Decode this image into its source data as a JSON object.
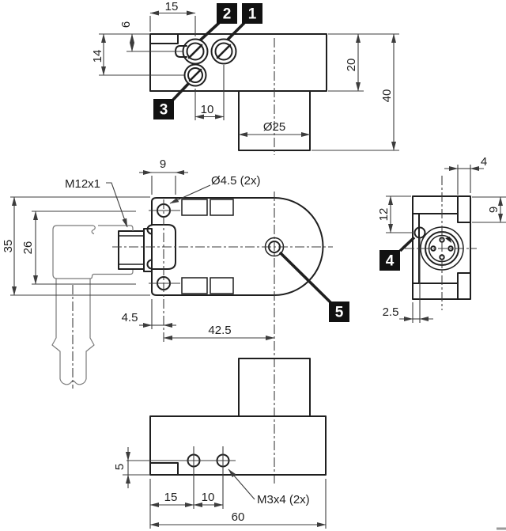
{
  "drawing_type": "dimensional engineering drawing, inductive proximity sensor",
  "colors": {
    "bg": "#ffffff",
    "line": "#1f1f1f",
    "thin": "#3c3c3c",
    "phantom": "#7a7a7a",
    "callout_bg": "#111111",
    "callout_fg": "#ffffff"
  },
  "callouts": {
    "c1": "1",
    "c2": "2",
    "c3": "3",
    "c4": "4",
    "c5": "5"
  },
  "dims": {
    "top15": "15",
    "top6": "6",
    "top14": "14",
    "top10": "10",
    "top_dia": "Ø25",
    "top20": "20",
    "top40": "40",
    "front9": "9",
    "front35": "35",
    "front26": "26",
    "front4_5": "4.5",
    "front42_5": "42.5",
    "side4": "4",
    "side12": "12",
    "side9": "9",
    "side2_5": "2.5",
    "bottom5": "5",
    "bottom15": "15",
    "bottom10": "10",
    "bottom60": "60"
  },
  "notes": {
    "m12": "M12x1",
    "mount_hole": "Ø4.5 (2x)",
    "fixing_screw": "M3x4 (2x)"
  }
}
